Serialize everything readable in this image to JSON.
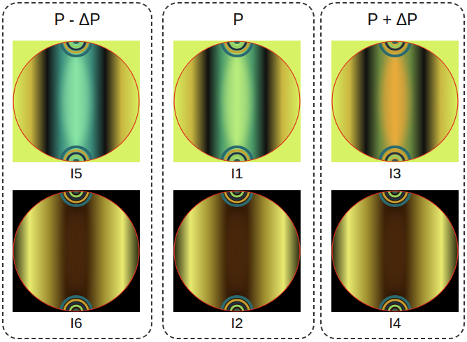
{
  "diagram": {
    "nodes": [
      {
        "text": [
          "P - ΔP"
        ]
      },
      {
        "text": [
          "I5"
        ],
        "in": 0
      },
      {
        "text": [
          "I6"
        ],
        "in": 0
      },
      {
        "text": [
          "P"
        ]
      },
      {
        "text": [
          "I1"
        ],
        "in": 3
      },
      {
        "text": [
          "I2"
        ],
        "in": 3
      },
      {
        "text": [
          "P + ΔP"
        ]
      },
      {
        "text": [
          "I3"
        ],
        "in": 6
      },
      {
        "text": [
          "I4"
        ],
        "in": 6
      }
    ]
  }
}
